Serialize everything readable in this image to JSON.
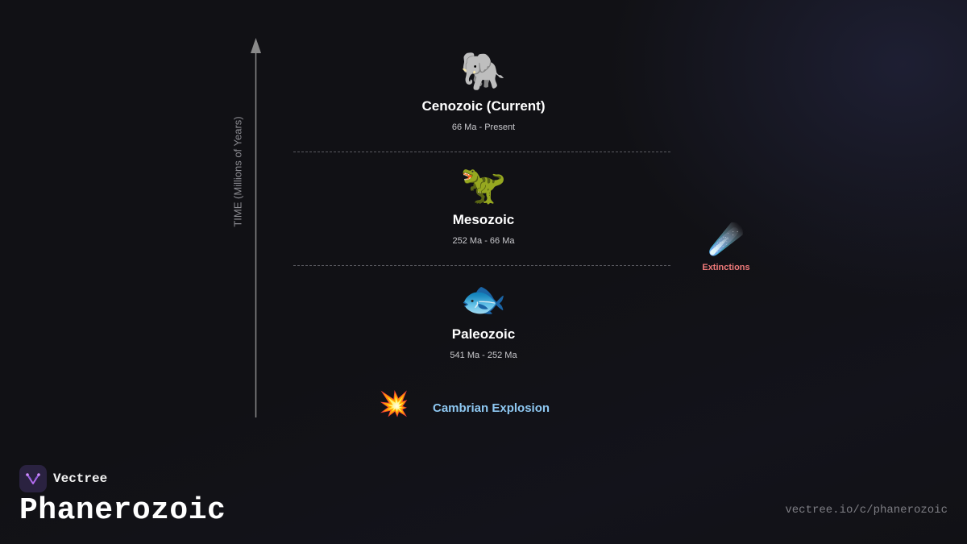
{
  "axis": {
    "label": "TIME (Millions of Years)"
  },
  "eras": [
    {
      "icon": "elephant-icon",
      "glyph": "🐘",
      "name": "Cenozoic (Current)",
      "range": "66 Ma - Present"
    },
    {
      "icon": "t-rex-icon",
      "glyph": "🦖",
      "name": "Mesozoic",
      "range": "252 Ma - 66 Ma"
    },
    {
      "icon": "fish-icon",
      "glyph": "🐟",
      "name": "Paleozoic",
      "range": "541 Ma - 252 Ma"
    }
  ],
  "extinctions": {
    "icon": "comet-icon",
    "glyph": "☄️",
    "label": "Extinctions"
  },
  "cambrian": {
    "icon": "explosion-icon",
    "glyph": "💥",
    "label": "Cambrian Explosion"
  },
  "brand": {
    "name": "Vectree"
  },
  "title": "Phanerozoic",
  "url": "vectree.io/c/phanerozoic",
  "colors": {
    "extinction": "#f07a7a",
    "cambrian": "#8ec8f2",
    "background": "#111115"
  }
}
